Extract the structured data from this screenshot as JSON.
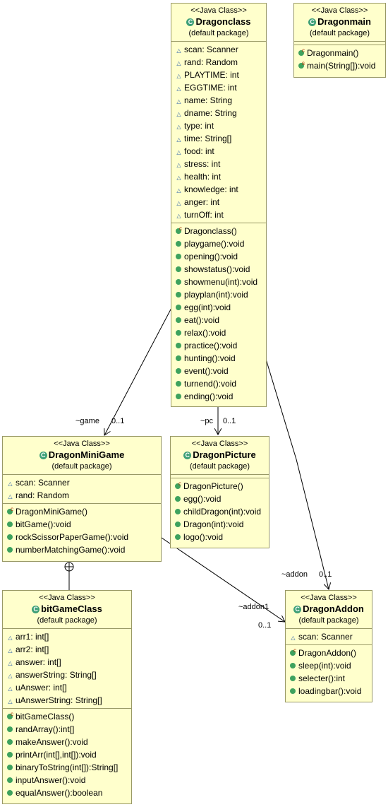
{
  "classes": {
    "dragonclass": {
      "stereotype": "<<Java Class>>",
      "name": "Dragonclass",
      "package": "(default package)",
      "attributes": [
        "scan: Scanner",
        "rand: Random",
        "PLAYTIME: int",
        "EGGTIME: int",
        "name: String",
        "dname: String",
        "type: int",
        "time: String[]",
        "food: int",
        "stress: int",
        "health: int",
        "knowledge: int",
        "anger: int",
        "turnOff: int"
      ],
      "operations": [
        "Dragonclass()",
        "playgame():void",
        "opening():void",
        "showstatus():void",
        "showmenu(int):void",
        "playplan(int):void",
        "egg(int):void",
        "eat():void",
        "relax():void",
        "practice():void",
        "hunting():void",
        "event():void",
        "turnend():void",
        "ending():void"
      ]
    },
    "dragonmain": {
      "stereotype": "<<Java Class>>",
      "name": "Dragonmain",
      "package": "(default package)",
      "attributes": [],
      "operations": [
        "Dragonmain()",
        "main(String[]):void"
      ]
    },
    "dragonminigame": {
      "stereotype": "<<Java Class>>",
      "name": "DragonMiniGame",
      "package": "(default package)",
      "attributes": [
        "scan: Scanner",
        "rand: Random"
      ],
      "operations": [
        "DragonMiniGame()",
        "bitGame():void",
        "rockScissorPaperGame():void",
        "numberMatchingGame():void"
      ]
    },
    "dragonpicture": {
      "stereotype": "<<Java Class>>",
      "name": "DragonPicture",
      "package": "(default package)",
      "attributes": [],
      "operations": [
        "DragonPicture()",
        "egg():void",
        "childDragon(int):void",
        "Dragon(int):void",
        "logo():void"
      ]
    },
    "dragonaddon": {
      "stereotype": "<<Java Class>>",
      "name": "DragonAddon",
      "package": "(default package)",
      "attributes": [
        "scan: Scanner"
      ],
      "operations": [
        "DragonAddon()",
        "sleep(int):void",
        "selecter():int",
        "loadingbar():void"
      ]
    },
    "bitgameclass": {
      "stereotype": "<<Java Class>>",
      "name": "bitGameClass",
      "package": "(default package)",
      "attributes": [
        "arr1: int[]",
        "arr2: int[]",
        "answer: int[]",
        "answerString: String[]",
        "uAnswer: int[]",
        "uAnswerString: String[]"
      ],
      "operations": [
        "bitGameClass()",
        "randArray():int[]",
        "makeAnswer():void",
        "printArr(int[],int[]):void",
        "binaryToString(int[]):String[]",
        "inputAnswer():void",
        "equalAnswer():boolean"
      ]
    }
  },
  "edges": {
    "game": {
      "role": "~game",
      "mult": "0..1"
    },
    "pc": {
      "role": "~pc",
      "mult": "0..1"
    },
    "addon": {
      "role": "~addon",
      "mult": "0..1"
    },
    "addon1": {
      "role": "~addon1",
      "mult": "0..1"
    }
  },
  "colors": {
    "box_fill": "#ffffcc",
    "box_border": "#999966",
    "class_icon": "#3e9f77",
    "method_icon": "#3ea25e",
    "field_icon": "#3366aa"
  }
}
